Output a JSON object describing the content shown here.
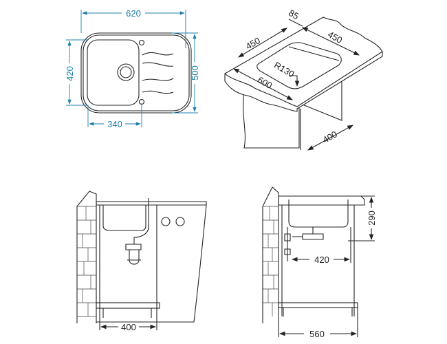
{
  "top_view": {
    "width": "620",
    "depth": "500",
    "bowl_depth": "420",
    "bowl_width": "340"
  },
  "iso_view": {
    "offset": "85",
    "cutout_a": "450",
    "cutout_b": "450",
    "radius": "R130",
    "worktop": "600",
    "cabinet": "400"
  },
  "front_view": {
    "cabinet_width": "400"
  },
  "side_view": {
    "height": "290",
    "drain_offset": "420",
    "cabinet_depth": "560"
  },
  "colors": {
    "dimension": "#1d7fa8",
    "line": "#222222"
  }
}
